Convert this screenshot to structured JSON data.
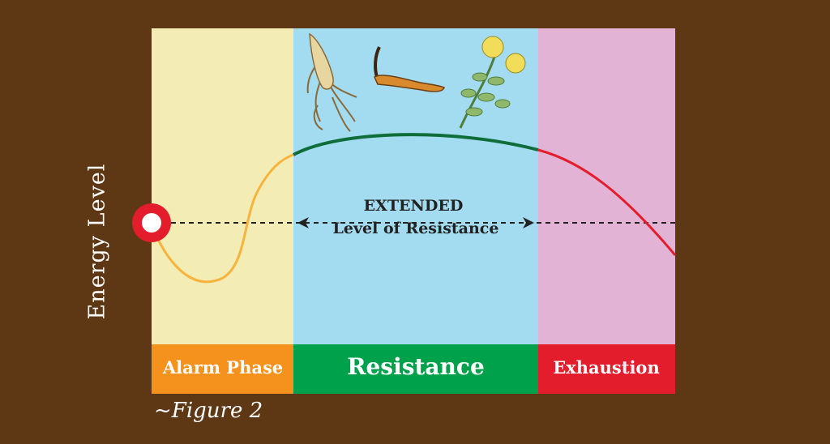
{
  "axis": {
    "y_label": "Energy Level"
  },
  "phases": [
    {
      "label": "Alarm Phase",
      "bg_color": "#f3ecb4",
      "bar_color": "#f5921e"
    },
    {
      "label": "Resistance",
      "bg_color": "#a3dcf0",
      "bar_color": "#00a14b"
    },
    {
      "label": "Exhaustion",
      "bg_color": "#e2b3d5",
      "bar_color": "#e31d2b"
    }
  ],
  "annotation": {
    "line1": "EXTENDED",
    "line2": "Level of Resistance"
  },
  "caption": "~Figure 2",
  "curve_colors": {
    "alarm": "#f6b33e",
    "resistance": "#0f6d3a",
    "exhaustion": "#e31d2b"
  },
  "icons": [
    "ginseng-root-icon",
    "cordyceps-icon",
    "rhodiola-plant-icon"
  ]
}
